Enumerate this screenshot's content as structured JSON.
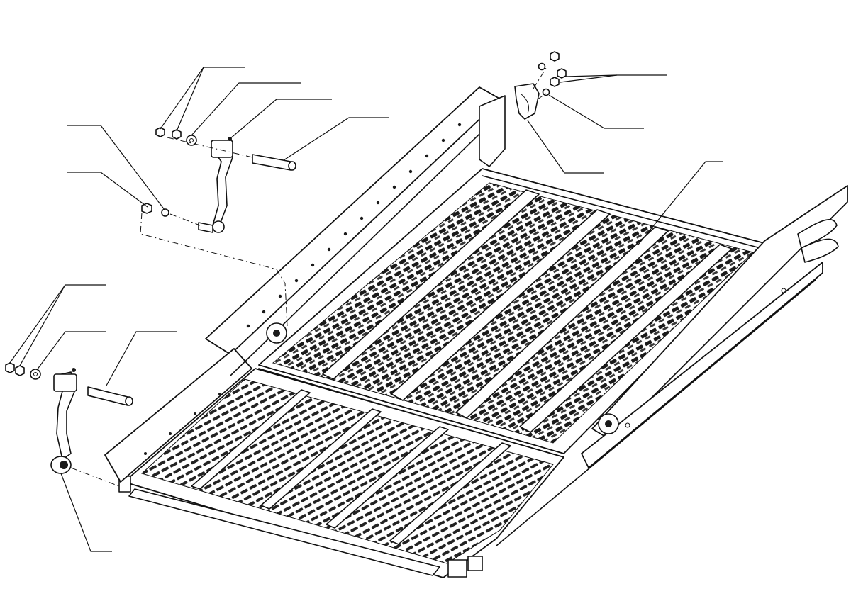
{
  "diagram": {
    "kind": "exploded-parts-view",
    "subject": "grain-cleaning-sieve-assembly",
    "ink_color": "#111111",
    "background": "#ffffff",
    "callout_labels_visible": false,
    "upper_sieve_slats": 5,
    "lower_sieve_slats": 5
  }
}
